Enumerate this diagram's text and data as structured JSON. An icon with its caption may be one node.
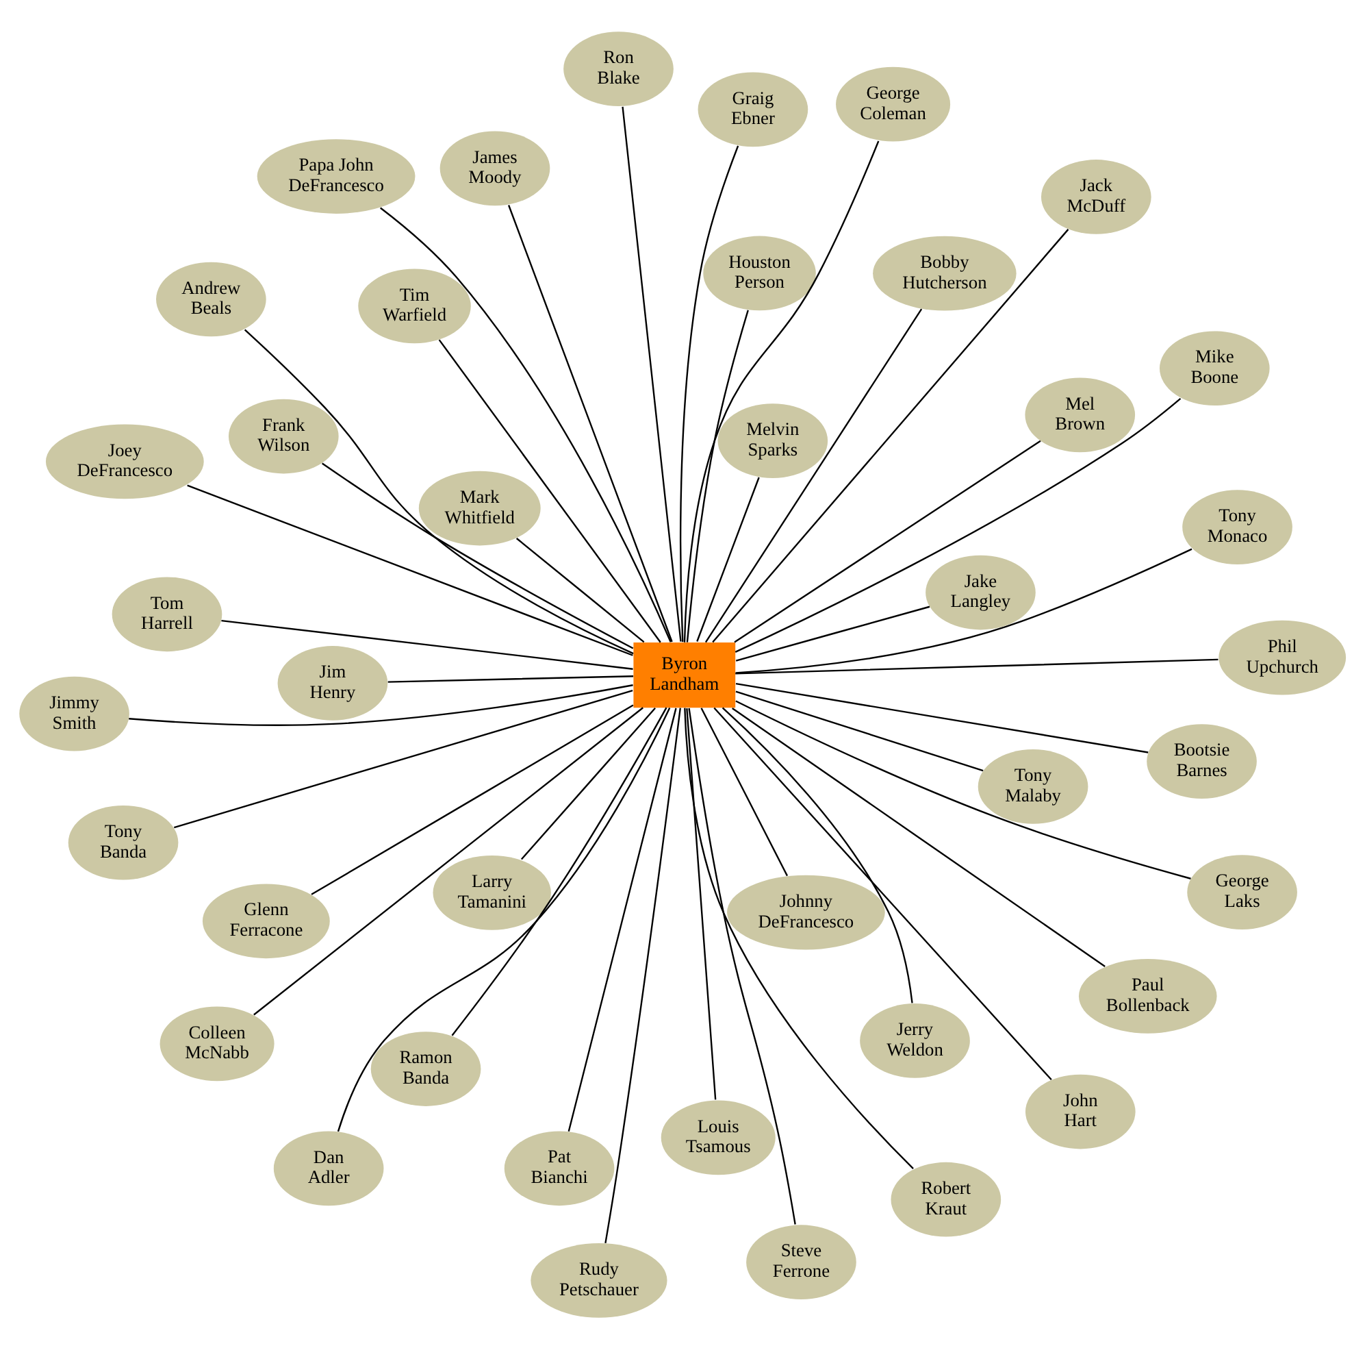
{
  "diagram": {
    "nodes": [
      {
        "text": [
          "Byron Landham"
        ]
      },
      {
        "text": [
          "Bootsie Barnes"
        ]
      },
      {
        "text": [
          "Rudy Petschauer"
        ]
      },
      {
        "text": [
          "Papa John DeFrancesco"
        ]
      },
      {
        "text": [
          "Tony Malaby"
        ]
      },
      {
        "text": [
          "Jim Henry"
        ]
      },
      {
        "text": [
          "Colleen McNabb"
        ]
      },
      {
        "text": [
          "Paul Bollenback"
        ]
      },
      {
        "text": [
          "Pat Bianchi"
        ]
      },
      {
        "text": [
          "Robert Kraut"
        ]
      },
      {
        "text": [
          "Louis Tsamous"
        ]
      },
      {
        "text": [
          "Jimmy Smith"
        ]
      },
      {
        "text": [
          "Phil Upchurch"
        ]
      },
      {
        "text": [
          "Tony Monaco"
        ]
      },
      {
        "text": [
          "Graig Ebner"
        ]
      },
      {
        "text": [
          "Jerry Weldon"
        ]
      },
      {
        "text": [
          "John Hart"
        ]
      },
      {
        "text": [
          "Andrew Beals"
        ]
      },
      {
        "text": [
          "Joey DeFrancesco"
        ]
      },
      {
        "text": [
          "Frank Wilson"
        ]
      },
      {
        "text": [
          "Larry Tamanini"
        ]
      },
      {
        "text": [
          "Glenn Ferracone"
        ]
      },
      {
        "text": [
          "Bobby Hutcherson"
        ]
      },
      {
        "text": [
          "Jack McDuff"
        ]
      },
      {
        "text": [
          "Ron Blake"
        ]
      },
      {
        "text": [
          "Steve Ferrone"
        ]
      },
      {
        "text": [
          "Mike Boone"
        ]
      },
      {
        "text": [
          "Mark Whitfield"
        ]
      },
      {
        "text": [
          "Ramon Banda"
        ]
      },
      {
        "text": [
          "George Laks"
        ]
      },
      {
        "text": [
          "Houston Person"
        ]
      },
      {
        "text": [
          "Jake Langley"
        ]
      },
      {
        "text": [
          "Dan Adler"
        ]
      },
      {
        "text": [
          "Tim Warfield"
        ]
      },
      {
        "text": [
          "Mel Brown"
        ]
      },
      {
        "text": [
          "Johnny DeFrancesco"
        ]
      },
      {
        "text": [
          "Melvin Sparks"
        ]
      },
      {
        "text": [
          "George Coleman"
        ]
      },
      {
        "text": [
          "Tom Harrell"
        ]
      },
      {
        "text": [
          "Tony Banda"
        ]
      },
      {
        "text": [
          "James Moody"
        ]
      }
    ],
    "edges": [
      {
        "from": 0,
        "to": 1,
        "arrow": "none"
      },
      {
        "from": 0,
        "to": 2,
        "arrow": "none"
      },
      {
        "from": 0,
        "to": 3,
        "arrow": "none"
      },
      {
        "from": 0,
        "to": 4,
        "arrow": "none"
      },
      {
        "from": 0,
        "to": 5,
        "arrow": "none"
      },
      {
        "from": 0,
        "to": 6,
        "arrow": "none"
      },
      {
        "from": 0,
        "to": 7,
        "arrow": "none"
      },
      {
        "from": 0,
        "to": 8,
        "arrow": "none"
      },
      {
        "from": 0,
        "to": 9,
        "arrow": "none"
      },
      {
        "from": 0,
        "to": 10,
        "arrow": "none"
      },
      {
        "from": 0,
        "to": 11,
        "arrow": "none"
      },
      {
        "from": 0,
        "to": 12,
        "arrow": "none"
      },
      {
        "from": 0,
        "to": 13,
        "arrow": "none"
      },
      {
        "from": 0,
        "to": 14,
        "arrow": "none"
      },
      {
        "from": 0,
        "to": 15,
        "arrow": "none"
      },
      {
        "from": 0,
        "to": 16,
        "arrow": "none"
      },
      {
        "from": 0,
        "to": 17,
        "arrow": "none"
      },
      {
        "from": 0,
        "to": 18,
        "arrow": "none"
      },
      {
        "from": 0,
        "to": 19,
        "arrow": "none"
      },
      {
        "from": 0,
        "to": 20,
        "arrow": "none"
      },
      {
        "from": 0,
        "to": 21,
        "arrow": "none"
      },
      {
        "from": 0,
        "to": 22,
        "arrow": "none"
      },
      {
        "from": 0,
        "to": 23,
        "arrow": "none"
      },
      {
        "from": 0,
        "to": 24,
        "arrow": "none"
      },
      {
        "from": 0,
        "to": 25,
        "arrow": "none"
      },
      {
        "from": 0,
        "to": 26,
        "arrow": "none"
      },
      {
        "from": 0,
        "to": 27,
        "arrow": "none"
      },
      {
        "from": 0,
        "to": 28,
        "arrow": "none"
      },
      {
        "from": 0,
        "to": 29,
        "arrow": "none"
      },
      {
        "from": 0,
        "to": 30,
        "arrow": "none"
      },
      {
        "from": 0,
        "to": 31,
        "arrow": "none"
      },
      {
        "from": 0,
        "to": 32,
        "arrow": "none"
      },
      {
        "from": 0,
        "to": 33,
        "arrow": "none"
      },
      {
        "from": 0,
        "to": 34,
        "arrow": "none"
      },
      {
        "from": 0,
        "to": 35,
        "arrow": "none"
      },
      {
        "from": 0,
        "to": 36,
        "arrow": "none"
      },
      {
        "from": 0,
        "to": 37,
        "arrow": "none"
      },
      {
        "from": 0,
        "to": 38,
        "arrow": "none"
      },
      {
        "from": 0,
        "to": 39,
        "arrow": "none"
      },
      {
        "from": 0,
        "to": 40,
        "arrow": "none"
      }
    ]
  }
}
